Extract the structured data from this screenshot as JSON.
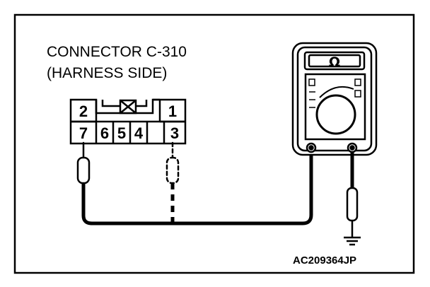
{
  "header": {
    "connector_name": "CONNECTOR C-310",
    "connector_side": "(HARNESS SIDE)"
  },
  "connector": {
    "top_row": [
      "2",
      "1"
    ],
    "bottom_row": [
      "7",
      "6",
      "5",
      "4",
      "3"
    ]
  },
  "meter": {
    "unit_symbol": "Ω"
  },
  "figure_code": "AC209364JP",
  "colors": {
    "line": "#000000",
    "background": "#ffffff"
  }
}
